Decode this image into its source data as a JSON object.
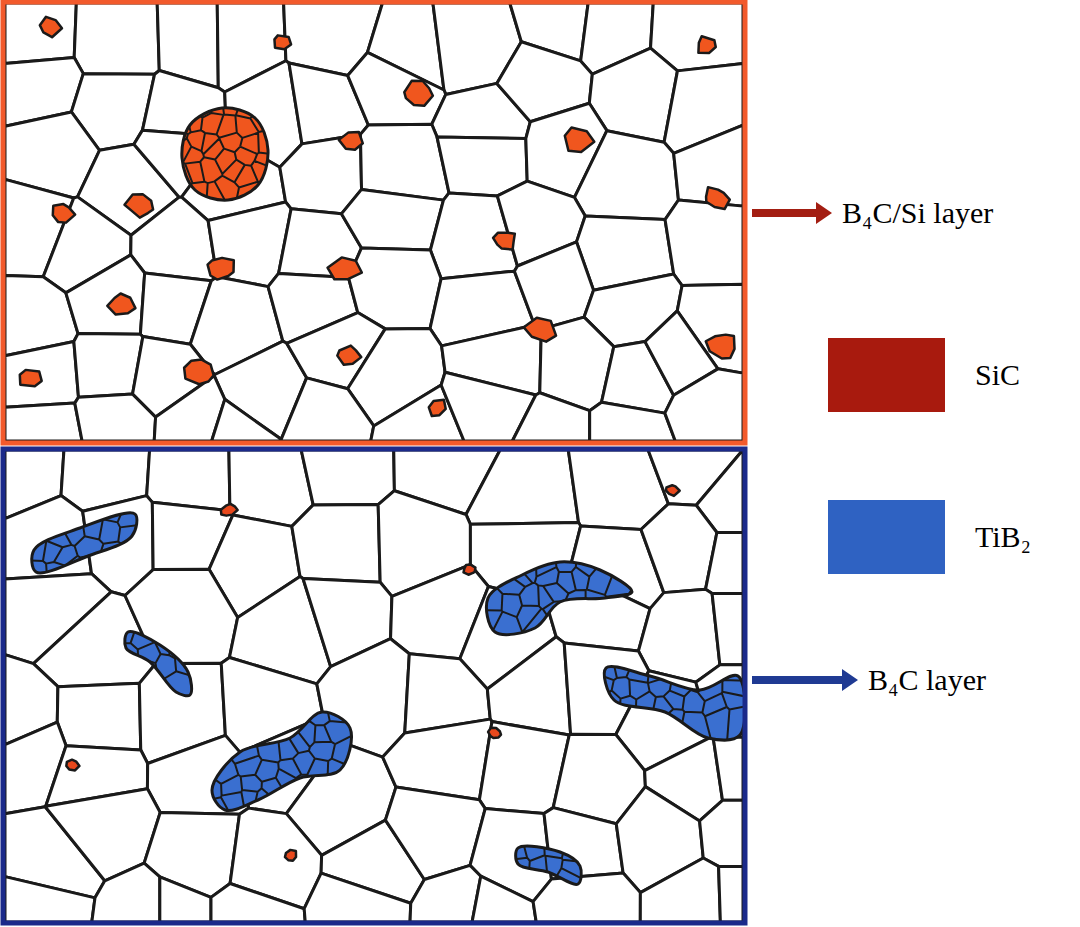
{
  "diagram": {
    "labels": [
      "B₄C/Si layer",
      "B₄C layer"
    ],
    "legend": [
      {
        "text": "SiC",
        "color": "#a81a0e"
      },
      {
        "text": "TiB₂",
        "color": "#2f62c2"
      }
    ]
  }
}
